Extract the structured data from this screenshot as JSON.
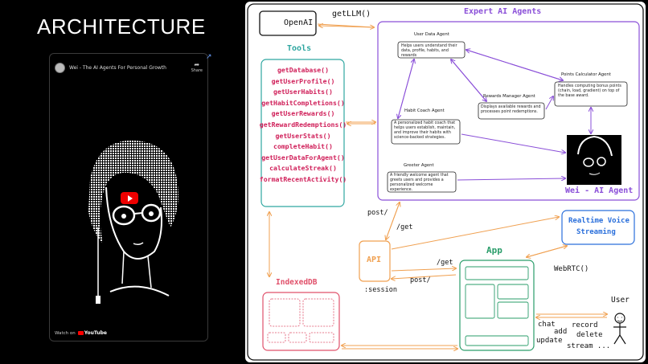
{
  "slide": {
    "title": "ARCHITECTURE"
  },
  "video": {
    "title": "Wei - The AI Agents For Personal Growth",
    "share_label": "Share",
    "watch_on": "Watch on",
    "youtube_label": "YouTube"
  },
  "diagram": {
    "openai": "OpenAI",
    "get_llm": "getLLM()",
    "expert_agents_title": "Expert AI Agents",
    "tools_title": "Tools",
    "tools": [
      "getDatabase()",
      "getUserProfile()",
      "getUserHabits()",
      "getHabitCompletions()",
      "getUserRewards()",
      "getRewardRedemptions()",
      "getUserStats()",
      "completeHabit()",
      "getUserDataForAgent()",
      "calculateStreak()",
      "formatRecentActivity()"
    ],
    "agents": {
      "user_data": {
        "name": "User Data Agent",
        "desc": "Helps users understand their data, profile, habits, and rewards"
      },
      "points": {
        "name": "Points Calculator Agent",
        "desc": "Handles computing bonus points (chain, load, gradient) on top of the base award."
      },
      "rewards": {
        "name": "Rewards Manager Agent",
        "desc": "Displays available rewards and processes point redemptions."
      },
      "habit_coach": {
        "name": "Habit Coach Agent",
        "desc": "A personalized habit coach that helps users establish, maintain, and improve their habits with science-backed strategies."
      },
      "greeter": {
        "name": "Greeter Agent",
        "desc": "A friendly welcome agent that greets users and provides a personalized welcome experience."
      }
    },
    "wei_label": "Wei - AI Agent",
    "post_label_1": "post/",
    "get_label_1": "/get",
    "api_label": "API",
    "session_label": ":session",
    "get_label_2": "/get",
    "post_label_2": "post/",
    "app_label": "App",
    "indexeddb_label": "IndexedDB",
    "realtime_line1": "Realtime Voice",
    "realtime_line2": "Streaming",
    "webrtc_label": "WebRTC()",
    "user_label": "User",
    "actions": [
      "chat",
      "record",
      "add",
      "delete",
      "update",
      "stream ..."
    ]
  },
  "colors": {
    "tools_text": "#d0205a",
    "teal": "#2ea6a0",
    "purple": "#8a4fd8",
    "orange": "#f0a050",
    "red": "#e0506a",
    "green": "#2a9d6a",
    "blue": "#2a6fdb"
  }
}
